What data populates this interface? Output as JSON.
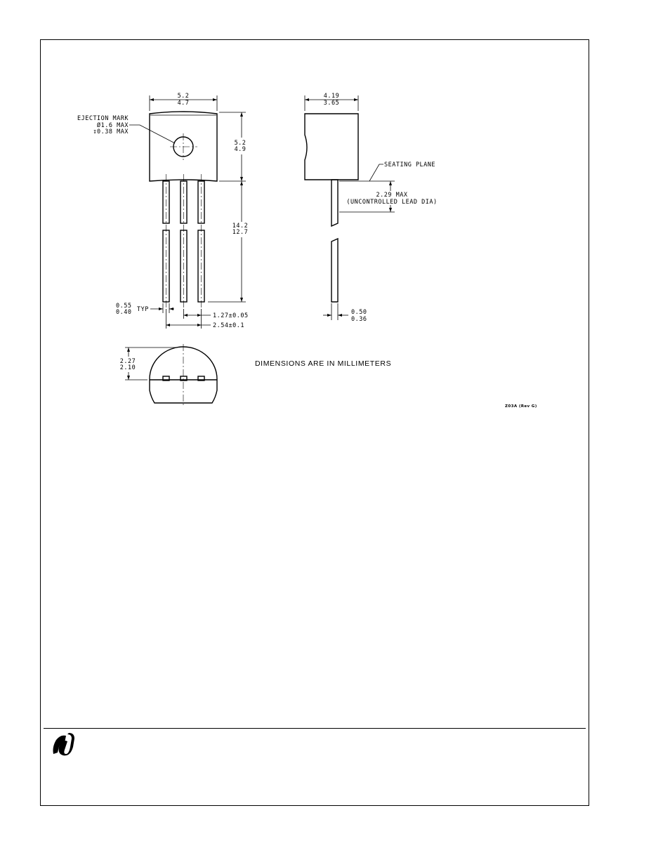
{
  "front_view": {
    "body_width_max": "5.2",
    "body_width_min": "4.7",
    "body_height_max": "5.2",
    "body_height_min": "4.9",
    "ejection_mark_label": "EJECTION MARK",
    "ejection_mark_diameter": "Ø1.6 MAX",
    "ejection_mark_depth": "↧0.38 MAX",
    "lead_length_max": "14.2",
    "lead_length_min": "12.7",
    "lead_width_max": "0.55",
    "lead_width_min": "0.40",
    "lead_width_suffix": "TYP",
    "lead_pitch": "1.27±0.05",
    "lead_span": "2.54±0.1"
  },
  "side_view": {
    "body_depth_max": "4.19",
    "body_depth_min": "3.65",
    "seating_plane_label": "SEATING PLANE",
    "uncontrolled_dia_value": "2.29 MAX",
    "uncontrolled_dia_label": "(UNCONTROLLED LEAD DIA)",
    "lead_thickness_max": "0.50",
    "lead_thickness_min": "0.36"
  },
  "bottom_view": {
    "height_max": "2.27",
    "height_min": "2.10"
  },
  "notes": {
    "units": "DIMENSIONS  ARE  IN  MILLIMETERS",
    "drawing_rev": "Z03A (Rev G)"
  },
  "footer": {
    "logo_icon": "national-semiconductor-logo-icon"
  }
}
